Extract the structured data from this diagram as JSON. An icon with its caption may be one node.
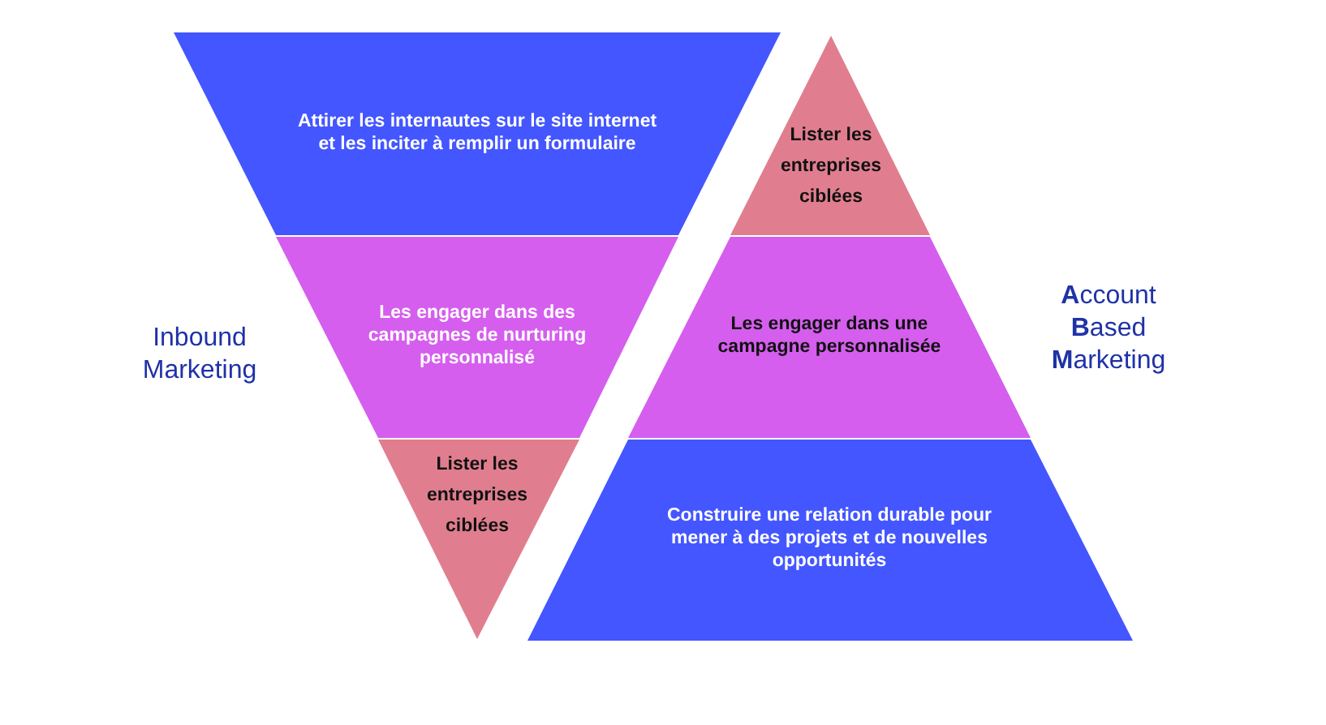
{
  "diagram": {
    "nodes": [
      {
        "text": [
          "Attirer les internautes sur le site internet et les inciter à remplir un formulaire"
        ]
      },
      {
        "text": [
          "Les engager dans des campagnes de nurturing personnalisé"
        ]
      },
      {
        "text": [
          "Lister les entreprises ciblées"
        ]
      },
      {
        "text": [
          "Lister les entreprises ciblées"
        ]
      },
      {
        "text": [
          "Les engager dans une campagne personnalisée"
        ]
      },
      {
        "text": [
          "Construire une relation durable pour mener à des projets et de nouvelles opportunités"
        ]
      }
    ],
    "labels": [
      "Inbound Marketing",
      "**A**ccount **B**ased **M**arketing"
    ]
  }
}
